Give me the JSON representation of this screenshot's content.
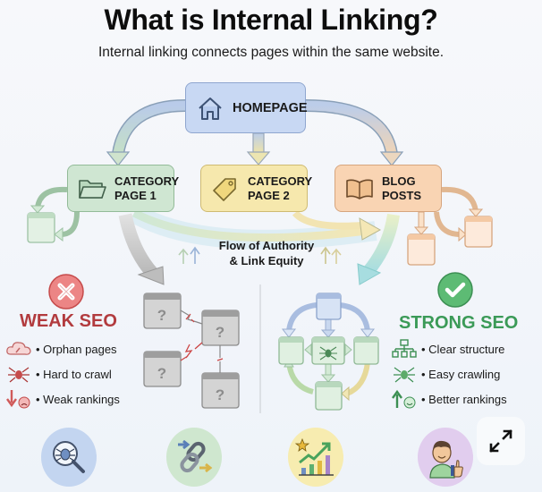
{
  "header": {
    "title": "What is Internal Linking?",
    "subtitle": "Internal linking connects pages within the same website."
  },
  "nodes": {
    "homepage": {
      "label": "HOMEPAGE",
      "icon": "house-icon",
      "color": "#c8d8f3"
    },
    "category1": {
      "line1": "CATEGORY",
      "line2": "PAGE 1",
      "icon": "folder-icon",
      "color": "#cfe6d2"
    },
    "category2": {
      "line1": "CATEGORY",
      "line2": "PAGE 2",
      "icon": "tag-icon",
      "color": "#f6e8ad"
    },
    "blog": {
      "line1": "BLOG",
      "line2": "POSTS",
      "icon": "book-icon",
      "color": "#f9d4b3"
    }
  },
  "flow": {
    "line1": "Flow of Authority",
    "line2": "& Link Equity"
  },
  "weak": {
    "title": "WEAK SEO",
    "status_icon": "x-circle-icon",
    "color": "#b23b3e",
    "items": [
      {
        "icon": "broken-link-cloud-icon",
        "text": "• Orphan pages"
      },
      {
        "icon": "spider-web-icon",
        "text": "• Hard to crawl"
      },
      {
        "icon": "down-arrow-sad-icon",
        "text": "• Weak rankings"
      }
    ],
    "page_marker": "?"
  },
  "strong": {
    "title": "STRONG SEO",
    "status_icon": "check-circle-icon",
    "color": "#3b9a57",
    "items": [
      {
        "icon": "sitemap-icon",
        "text": "• Clear structure"
      },
      {
        "icon": "spider-icon",
        "text": "• Easy crawling"
      },
      {
        "icon": "up-arrow-smile-icon",
        "text": "• Better rankings"
      }
    ]
  },
  "bottom_icons": [
    {
      "icon": "bug-magnifier-icon",
      "color": "#c3d5f0"
    },
    {
      "icon": "chain-link-arrows-icon",
      "color": "#cfe7cf"
    },
    {
      "icon": "growth-chart-icon",
      "color": "#f7ecb0"
    },
    {
      "icon": "person-thumbs-up-icon",
      "color": "#e1cdee"
    }
  ],
  "controls": {
    "expand": "expand-icon"
  }
}
